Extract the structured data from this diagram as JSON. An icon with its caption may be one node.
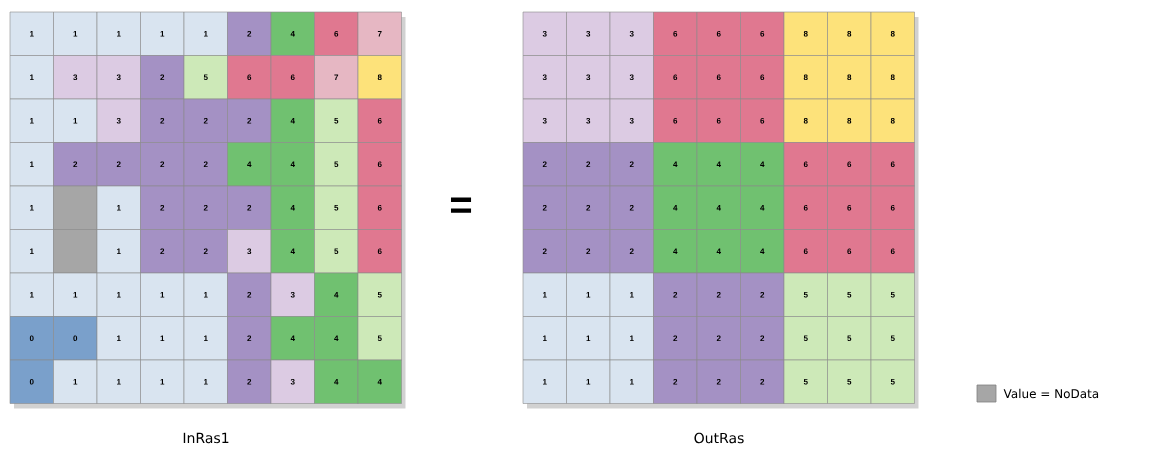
{
  "diagram": {
    "labels": [
      "1",
      "1",
      "1",
      "1",
      "1",
      "2",
      "4",
      "6",
      "7",
      "1",
      "3",
      "3",
      "2",
      "5",
      "6",
      "6",
      "7",
      "8",
      "1",
      "1",
      "3",
      "2",
      "2",
      "2",
      "4",
      "5",
      "6",
      "1",
      "2",
      "2",
      "2",
      "2",
      "4",
      "4",
      "5",
      "6",
      "1",
      "1",
      "2",
      "2",
      "2",
      "4",
      "5",
      "6",
      "1",
      "1",
      "2",
      "2",
      "3",
      "4",
      "5",
      "6",
      "1",
      "1",
      "1",
      "1",
      "1",
      "2",
      "3",
      "4",
      "5",
      "0",
      "0",
      "1",
      "1",
      "1",
      "2",
      "4",
      "4",
      "5",
      "0",
      "1",
      "1",
      "1",
      "1",
      "2",
      "3",
      "4",
      "4",
      "=",
      "3",
      "3",
      "3",
      "6",
      "6",
      "6",
      "8",
      "8",
      "8",
      "3",
      "3",
      "3",
      "6",
      "6",
      "6",
      "8",
      "8",
      "8",
      "3",
      "3",
      "3",
      "6",
      "6",
      "6",
      "8",
      "8",
      "8",
      "2",
      "2",
      "2",
      "4",
      "4",
      "4",
      "6",
      "6",
      "6",
      "2",
      "2",
      "2",
      "4",
      "4",
      "4",
      "6",
      "6",
      "6",
      "2",
      "2",
      "2",
      "4",
      "4",
      "4",
      "6",
      "6",
      "6",
      "1",
      "1",
      "1",
      "2",
      "2",
      "2",
      "5",
      "5",
      "5",
      "1",
      "1",
      "1",
      "2",
      "2",
      "2",
      "5",
      "5",
      "5",
      "1",
      "1",
      "1",
      "2",
      "2",
      "2",
      "5",
      "5",
      "5",
      "InRas1",
      "OutRas"
    ],
    "legend": [
      {
        "text": "Value = NoData",
        "color": "#a6a6a6"
      }
    ]
  }
}
